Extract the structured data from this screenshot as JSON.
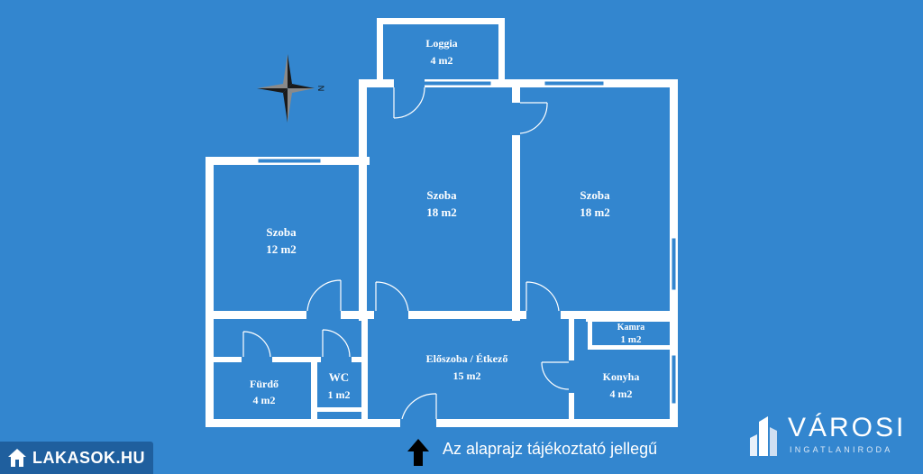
{
  "rooms": {
    "loggia": {
      "name": "Loggia",
      "area": "4 m2"
    },
    "szoba_middle": {
      "name": "Szoba",
      "area": "18 m2"
    },
    "szoba_right": {
      "name": "Szoba",
      "area": "18 m2"
    },
    "szoba_left": {
      "name": "Szoba",
      "area": "12 m2"
    },
    "eloszoba": {
      "name": "Előszoba / Étkező",
      "area": "15 m2"
    },
    "kamra": {
      "name": "Kamra",
      "area": "1 m2"
    },
    "konyha": {
      "name": "Konyha",
      "area": "4 m2"
    },
    "furdo": {
      "name": "Fürdő",
      "area": "4 m2"
    },
    "wc": {
      "name": "WC",
      "area": "1 m2"
    }
  },
  "compass": {
    "direction_label": "N"
  },
  "footer": {
    "note": "Az alaprajz tájékoztató jellegű"
  },
  "brands": {
    "left": "LAKASOK.HU",
    "right_name": "VÁROSI",
    "right_sub": "INGATLANIRODA"
  },
  "colors": {
    "background": "#3386cf",
    "wall": "#ffffff",
    "badge": "#1f5f9e"
  }
}
